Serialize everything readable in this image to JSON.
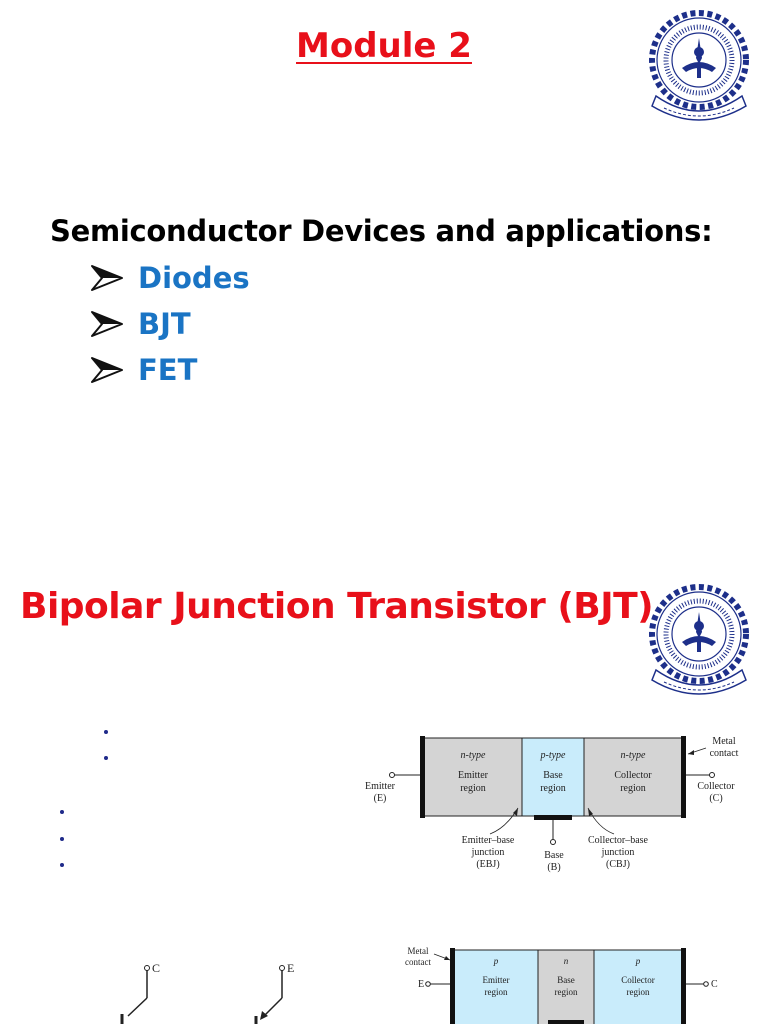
{
  "slide1": {
    "title": "Module 2",
    "heading": "Semiconductor Devices and applications:",
    "bullets": [
      "Diodes",
      "BJT",
      "FET"
    ]
  },
  "slide2": {
    "title": "Bipolar Junction Transistor (BJT)",
    "npn_diagram": {
      "regions": [
        {
          "type": "n-type",
          "name": "Emitter",
          "suffix": "region"
        },
        {
          "type": "p-type",
          "name": "Base",
          "suffix": "region"
        },
        {
          "type": "n-type",
          "name": "Collector",
          "suffix": "region"
        }
      ],
      "metal_contact": [
        "Metal",
        "contact"
      ],
      "emitter": [
        "Emitter",
        "(E)"
      ],
      "collector": [
        "Collector",
        "(C)"
      ],
      "base": [
        "Base",
        "(B)"
      ],
      "ebj": [
        "Emitter–base",
        "junction",
        "(EBJ)"
      ],
      "cbj": [
        "Collector–base",
        "junction",
        "(CBJ)"
      ]
    },
    "pnp_diagram": {
      "regions": [
        {
          "type": "p",
          "name": "Emitter",
          "suffix": "region"
        },
        {
          "type": "n",
          "name": "Base",
          "suffix": "region"
        },
        {
          "type": "p",
          "name": "Collector",
          "suffix": "region"
        }
      ],
      "metal_contact": [
        "Metal",
        "contact"
      ],
      "e_terminal": "E",
      "c_terminal": "C"
    },
    "symbols": {
      "npn_terminal": "C",
      "pnp_terminal": "E"
    }
  },
  "colors": {
    "title_red": "#e8101a",
    "bullet_blue": "#1a74c4",
    "n_region": "#d4d4d4",
    "p_region": "#c9ecfb"
  }
}
